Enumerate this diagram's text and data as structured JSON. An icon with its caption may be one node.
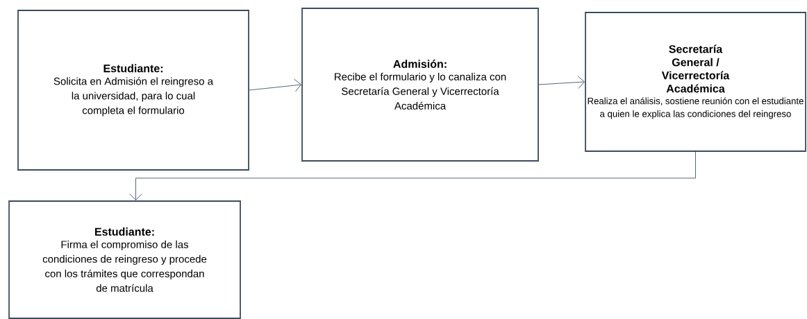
{
  "diagram": {
    "nodes": [
      {
        "text": [
          "Estudiante:",
          "Solicita en Admisión el reingreso a la universidad, para lo cual completa el formulario"
        ]
      },
      {
        "text": [
          "Admisión:",
          "Recibe el formulario y lo canaliza con Secretaría General y Vicerrectoría Académica"
        ]
      },
      {
        "text": [
          "Secretaría General / Vicerrectoría Académica",
          "Realiza el análisis, sostiene reunión con el estudiante a quien le explica las condiciones del reingreso"
        ]
      },
      {
        "text": [
          "Estudiante:",
          "Firma el compromiso de las condiciones de reingreso y procede con los trámites que correspondan de matrícula"
        ]
      }
    ],
    "edges": [
      {
        "from": 0,
        "to": 1,
        "arrow": "to"
      },
      {
        "from": 1,
        "to": 2,
        "arrow": "to"
      },
      {
        "from": 2,
        "to": 3,
        "arrow": "to"
      }
    ]
  }
}
